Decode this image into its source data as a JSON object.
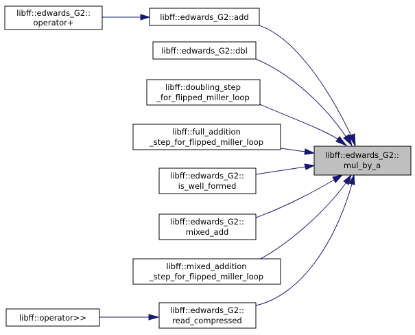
{
  "graph": {
    "target": {
      "line1": "libff::edwards_G2::",
      "line2": "mul_by_a"
    },
    "callers": [
      {
        "id": "add",
        "line1": "libff::edwards_G2::add",
        "line2": ""
      },
      {
        "id": "dbl",
        "line1": "libff::edwards_G2::dbl",
        "line2": ""
      },
      {
        "id": "doubling",
        "line1": "libff::doubling_step",
        "line2": "_for_flipped_miller_loop"
      },
      {
        "id": "full_addition",
        "line1": "libff::full_addition",
        "line2": "_step_for_flipped_miller_loop"
      },
      {
        "id": "is_well_formed",
        "line1": "libff::edwards_G2::",
        "line2": "is_well_formed"
      },
      {
        "id": "mixed_add",
        "line1": "libff::edwards_G2::",
        "line2": "mixed_add"
      },
      {
        "id": "mixed_addition",
        "line1": "libff::mixed_addition",
        "line2": "_step_for_flipped_miller_loop"
      },
      {
        "id": "read_compressed",
        "line1": "libff::edwards_G2::",
        "line2": "read_compressed"
      }
    ],
    "indirect_callers": [
      {
        "id": "operator_plus",
        "line1": "libff::edwards_G2::",
        "line2": "operator+",
        "calls": "add"
      },
      {
        "id": "operator_shift",
        "line1": "libff::operator>>",
        "line2": "",
        "calls": "read_compressed"
      }
    ],
    "edge_color": "#191970",
    "target_fill": "#bfbfbf"
  }
}
